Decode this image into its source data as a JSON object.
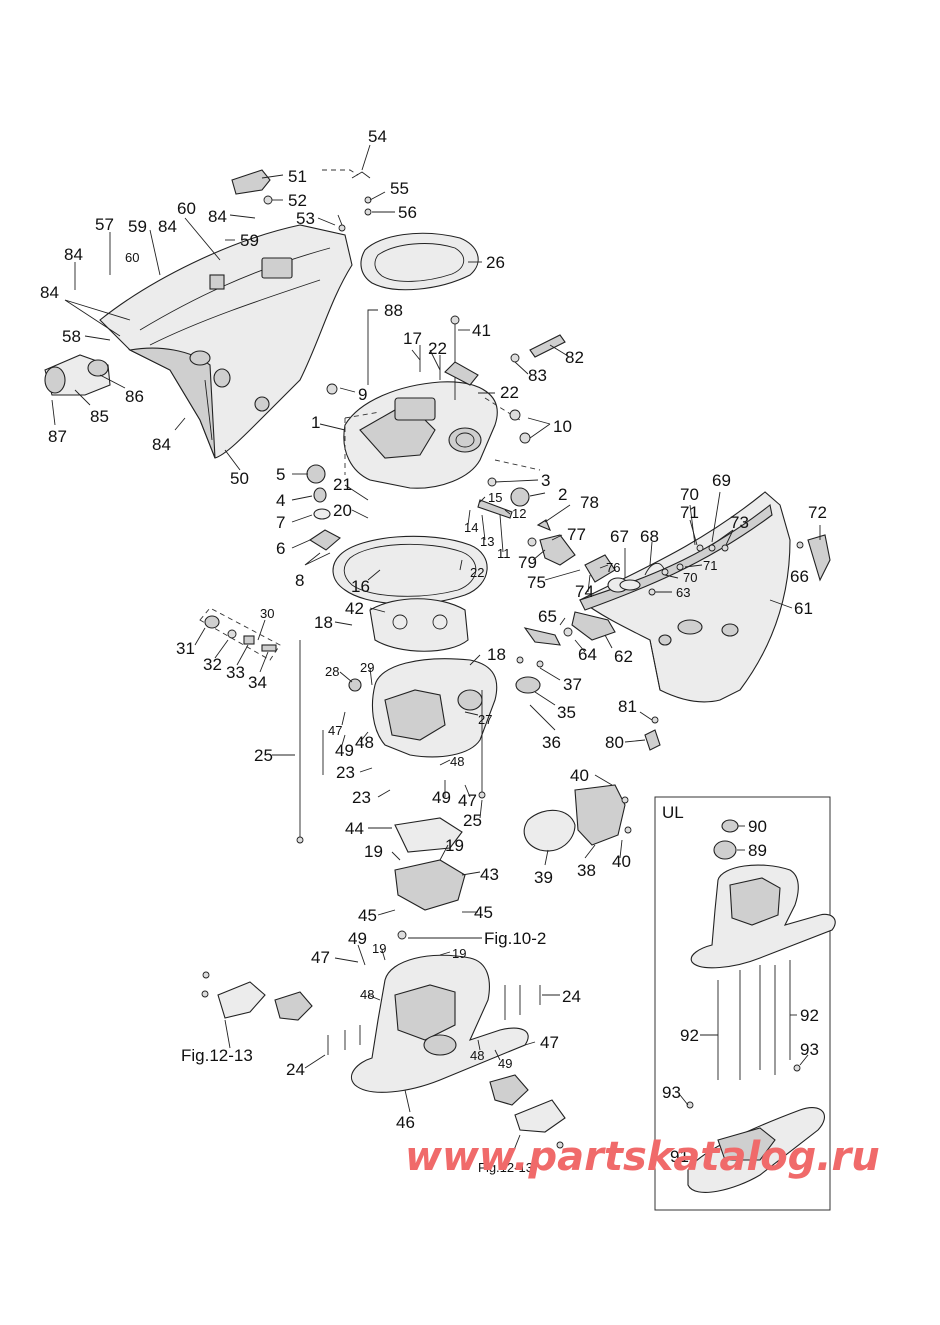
{
  "labels": [
    "54",
    "55",
    "56",
    "51",
    "52",
    "53",
    "26",
    "57",
    "59",
    "60",
    "60",
    "84",
    "59",
    "84",
    "84",
    "84",
    "58",
    "86",
    "85",
    "87",
    "84",
    "50",
    "88",
    "41",
    "82",
    "17",
    "22",
    "83",
    "22",
    "9",
    "1",
    "10",
    "5",
    "21",
    "3",
    "2",
    "15",
    "4",
    "20",
    "12",
    "78",
    "7",
    "14",
    "13",
    "11",
    "79",
    "77",
    "6",
    "74",
    "75",
    "76",
    "67",
    "68",
    "70",
    "69",
    "71",
    "72",
    "73",
    "71",
    "70",
    "66",
    "8",
    "16",
    "22",
    "63",
    "61",
    "42",
    "30",
    "18",
    "65",
    "31",
    "32",
    "33",
    "34",
    "28",
    "29",
    "18",
    "64",
    "62",
    "37",
    "47",
    "35",
    "27",
    "49",
    "48",
    "36",
    "81",
    "80",
    "25",
    "23",
    "48",
    "23",
    "49",
    "47",
    "25",
    "40",
    "44",
    "19",
    "43",
    "19",
    "38",
    "40",
    "39",
    "45",
    "45",
    "Fig.10-2",
    "49",
    "47",
    "19",
    "19",
    "48",
    "24",
    "Fig.12-13",
    "24",
    "48",
    "47",
    "49",
    "46",
    "Fig.12-13",
    "90",
    "89",
    "92",
    "92",
    "93",
    "93",
    "91"
  ],
  "ul_box_label": "UL",
  "watermark": "www.partskatalog.ru"
}
